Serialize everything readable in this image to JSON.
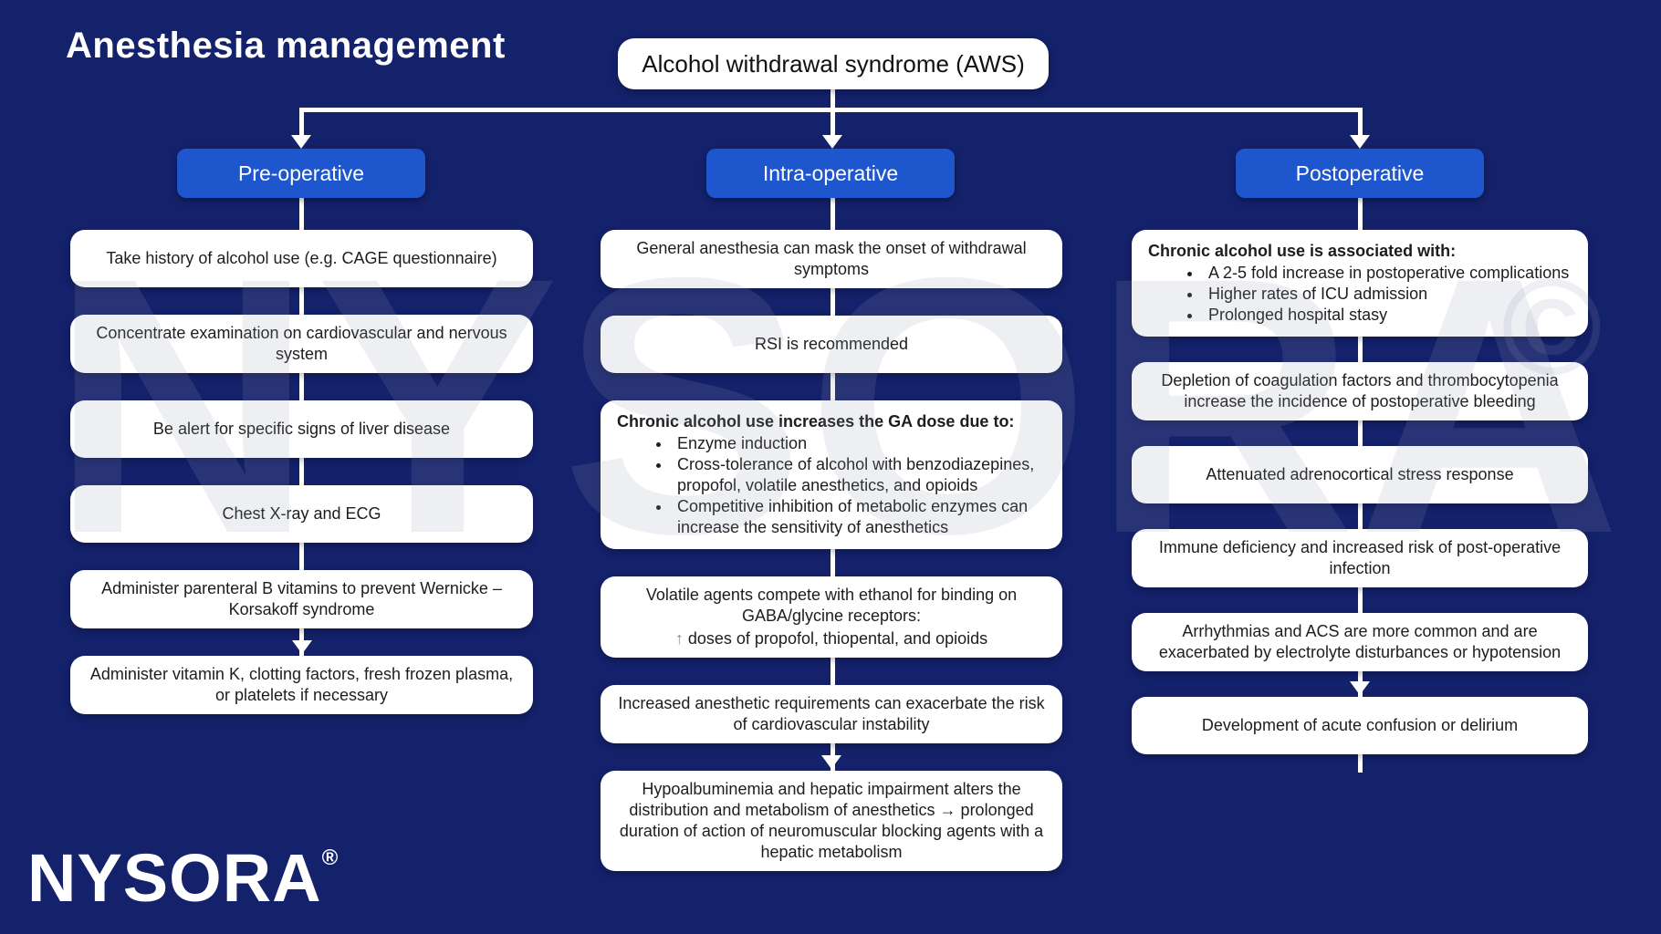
{
  "page": {
    "title": "Anesthesia management",
    "root_label": "Alcohol withdrawal syndrome (AWS)",
    "brand": "NYSORA",
    "brand_reg": "®",
    "watermark": "NYSORA",
    "watermark_copyright": "©"
  },
  "colors": {
    "background": "#14216B",
    "phase_button": "#1E56CE",
    "box_background": "#FFFFFF",
    "box_text": "#1D1D1D",
    "connector": "#FFFFFF",
    "title_text": "#FFFFFF",
    "up_arrow_glyph": "#8A8A8A"
  },
  "columns": [
    {
      "id": "pre-operative",
      "label": "Pre-operative",
      "boxes": [
        {
          "type": "plain",
          "text": "Take history of alcohol use (e.g. CAGE questionnaire)"
        },
        {
          "type": "plain",
          "text": "Concentrate examination on cardiovascular and nervous system"
        },
        {
          "type": "plain",
          "text": "Be alert for specific signs of liver disease"
        },
        {
          "type": "plain",
          "text": "Chest X-ray and ECG"
        },
        {
          "type": "plain",
          "text": "Administer parenteral B vitamins to prevent Wernicke –Korsakoff syndrome"
        },
        {
          "type": "plain",
          "arrow_before": true,
          "text": "Administer vitamin K, clotting factors, fresh frozen plasma, or platelets if necessary"
        }
      ]
    },
    {
      "id": "intra-operative",
      "label": "Intra-operative",
      "boxes": [
        {
          "type": "plain",
          "text": "General anesthesia can mask the onset of withdrawal symptoms"
        },
        {
          "type": "plain",
          "text": "RSI is recommended"
        },
        {
          "type": "bulleted",
          "header": "Chronic alcohol use increases the GA dose due to:",
          "bullets": [
            "Enzyme induction",
            "Cross-tolerance of alcohol with benzodiazepines, propofol, volatile anesthetics, and opioids",
            "Competitive inhibition of metabolic enzymes can increase the sensitivity of anesthetics"
          ]
        },
        {
          "type": "two-line",
          "text": "Volatile agents compete with ethanol for binding on GABA/glycine receptors:",
          "arrow_glyph": "↑",
          "subtext": "doses of propofol, thiopental, and opioids"
        },
        {
          "type": "plain",
          "text": "Increased anesthetic requirements can exacerbate the risk of cardiovascular instability"
        },
        {
          "type": "plain",
          "arrow_before": true,
          "text": "Hypoalbuminemia and hepatic impairment alters the distribution and metabolism of anesthetics → prolonged duration of action of neuromuscular blocking agents with a hepatic metabolism"
        }
      ]
    },
    {
      "id": "postoperative",
      "label": "Postoperative",
      "boxes": [
        {
          "type": "bulleted",
          "header": "Chronic alcohol use is associated with:",
          "bullets": [
            "A 2-5 fold increase in postoperative complications",
            "Higher rates of ICU admission",
            "Prolonged hospital stasy"
          ]
        },
        {
          "type": "plain",
          "text": "Depletion of coagulation factors and thrombocytopenia increase the incidence of postoperative bleeding"
        },
        {
          "type": "plain",
          "text": "Attenuated adrenocortical stress response"
        },
        {
          "type": "plain",
          "text": "Immune deficiency and increased risk of post-operative infection"
        },
        {
          "type": "plain",
          "text": "Arrhythmias and ACS are more common and are exacerbated by electrolyte disturbances or hypotension"
        },
        {
          "type": "plain",
          "arrow_before": true,
          "text": "Development of acute confusion or delirium"
        }
      ]
    }
  ]
}
